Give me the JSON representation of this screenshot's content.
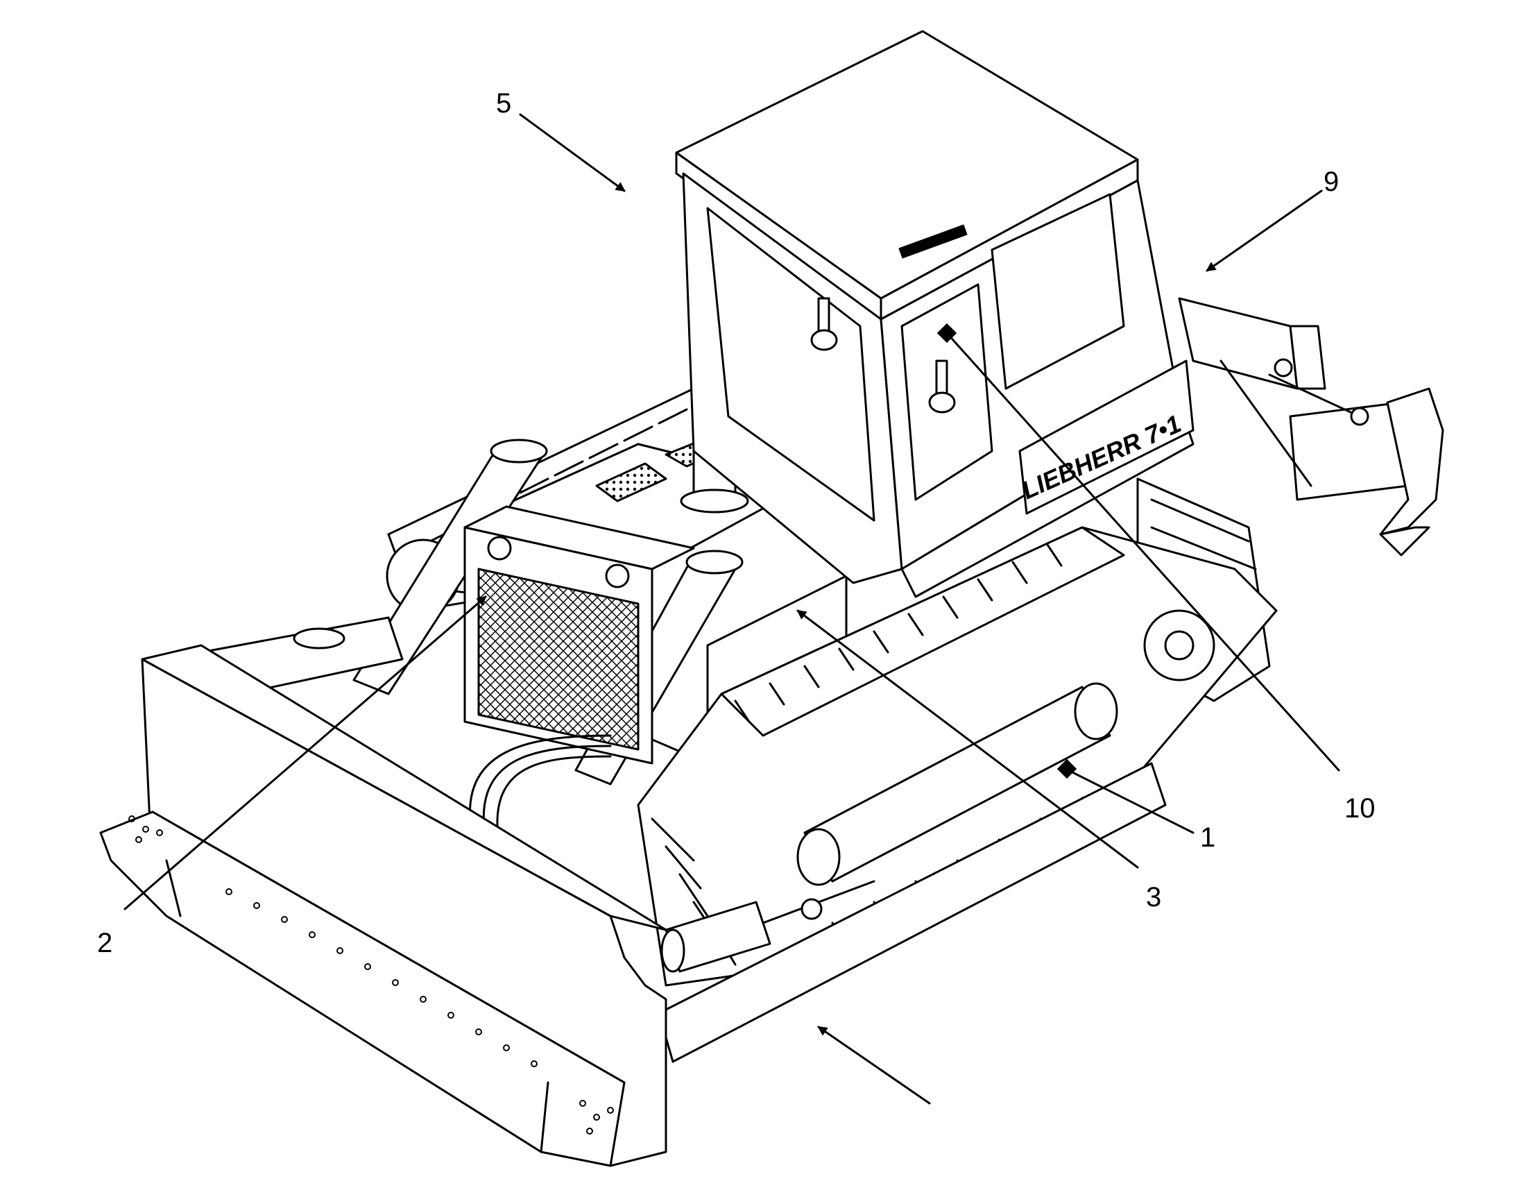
{
  "diagram": {
    "cab_logo_text": "LIEBHERR 7•1",
    "callouts": [
      {
        "id": "c1",
        "label": "1"
      },
      {
        "id": "c2",
        "label": "2"
      },
      {
        "id": "c3",
        "label": "3"
      },
      {
        "id": "c5",
        "label": "5"
      },
      {
        "id": "c9",
        "label": "9"
      },
      {
        "id": "c10",
        "label": "10"
      },
      {
        "id": "c-unlabeled",
        "label": ""
      }
    ]
  },
  "colors": {
    "ink": "#000000",
    "paper": "#ffffff"
  }
}
